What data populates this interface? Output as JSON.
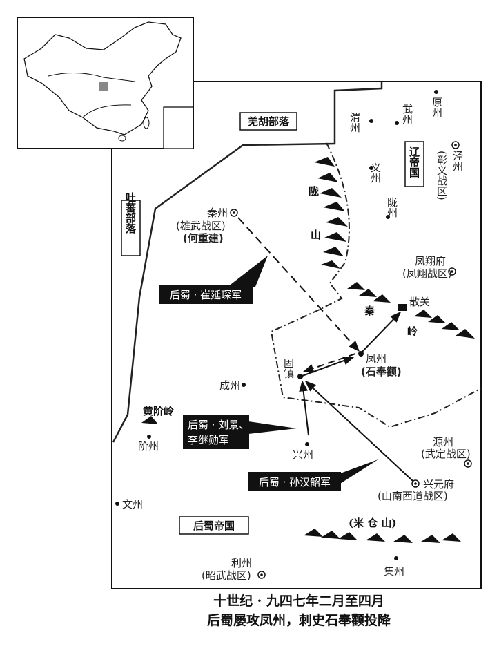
{
  "regions": {
    "qianghu": "羌胡部落",
    "tubo": "吐蕃部落",
    "liao": "辽帝国",
    "houshu": "后蜀帝国"
  },
  "places": {
    "weizhou": "渭州",
    "wuzhou": "武州",
    "yuanzhou": "原州",
    "jingzhou": "泾州",
    "jingzhou_sub": "(彰义战区)",
    "yizhou": "义州",
    "longzhou": "陇州",
    "qinzhou": "秦州",
    "qinzhou_sub": "(雄武战区)",
    "qinzhou_cmd": "(何重建)",
    "fengxiang": "凤翔府",
    "fengxiang_sub": "(凤翔战区)",
    "sanguan": "散关",
    "guzhen": "固镇",
    "fengzhou": "凤州",
    "fengzhou_cmd": "(石奉颧)",
    "chengzhou": "成州",
    "jiezhou": "阶州",
    "xingzhou": "兴州",
    "yuanzhou2": "源州",
    "yuanzhou2_sub": "(武定战区)",
    "xingyuan": "兴元府",
    "xingyuan_sub": "(山南西道战区)",
    "wenzhou": "文州",
    "lizhou": "利州",
    "lizhou_sub": "(昭武战区)",
    "jizhou": "集州"
  },
  "mountains": {
    "long": [
      "陇",
      "山"
    ],
    "qin": [
      "秦",
      "岭"
    ],
    "huangjie": "黄阶岭",
    "micang": "(米 仓 山)"
  },
  "armies": {
    "cui": "后蜀 · 崔延琛军",
    "liu_line1": "后蜀 · 刘景、",
    "liu_line2": "李继勋军",
    "sun": "后蜀 · 孙汉韶军"
  },
  "caption": {
    "line1": "十世纪 · 九四七年二月至四月",
    "line2": "后蜀屡攻凤州，刺史石奉颧投降"
  }
}
